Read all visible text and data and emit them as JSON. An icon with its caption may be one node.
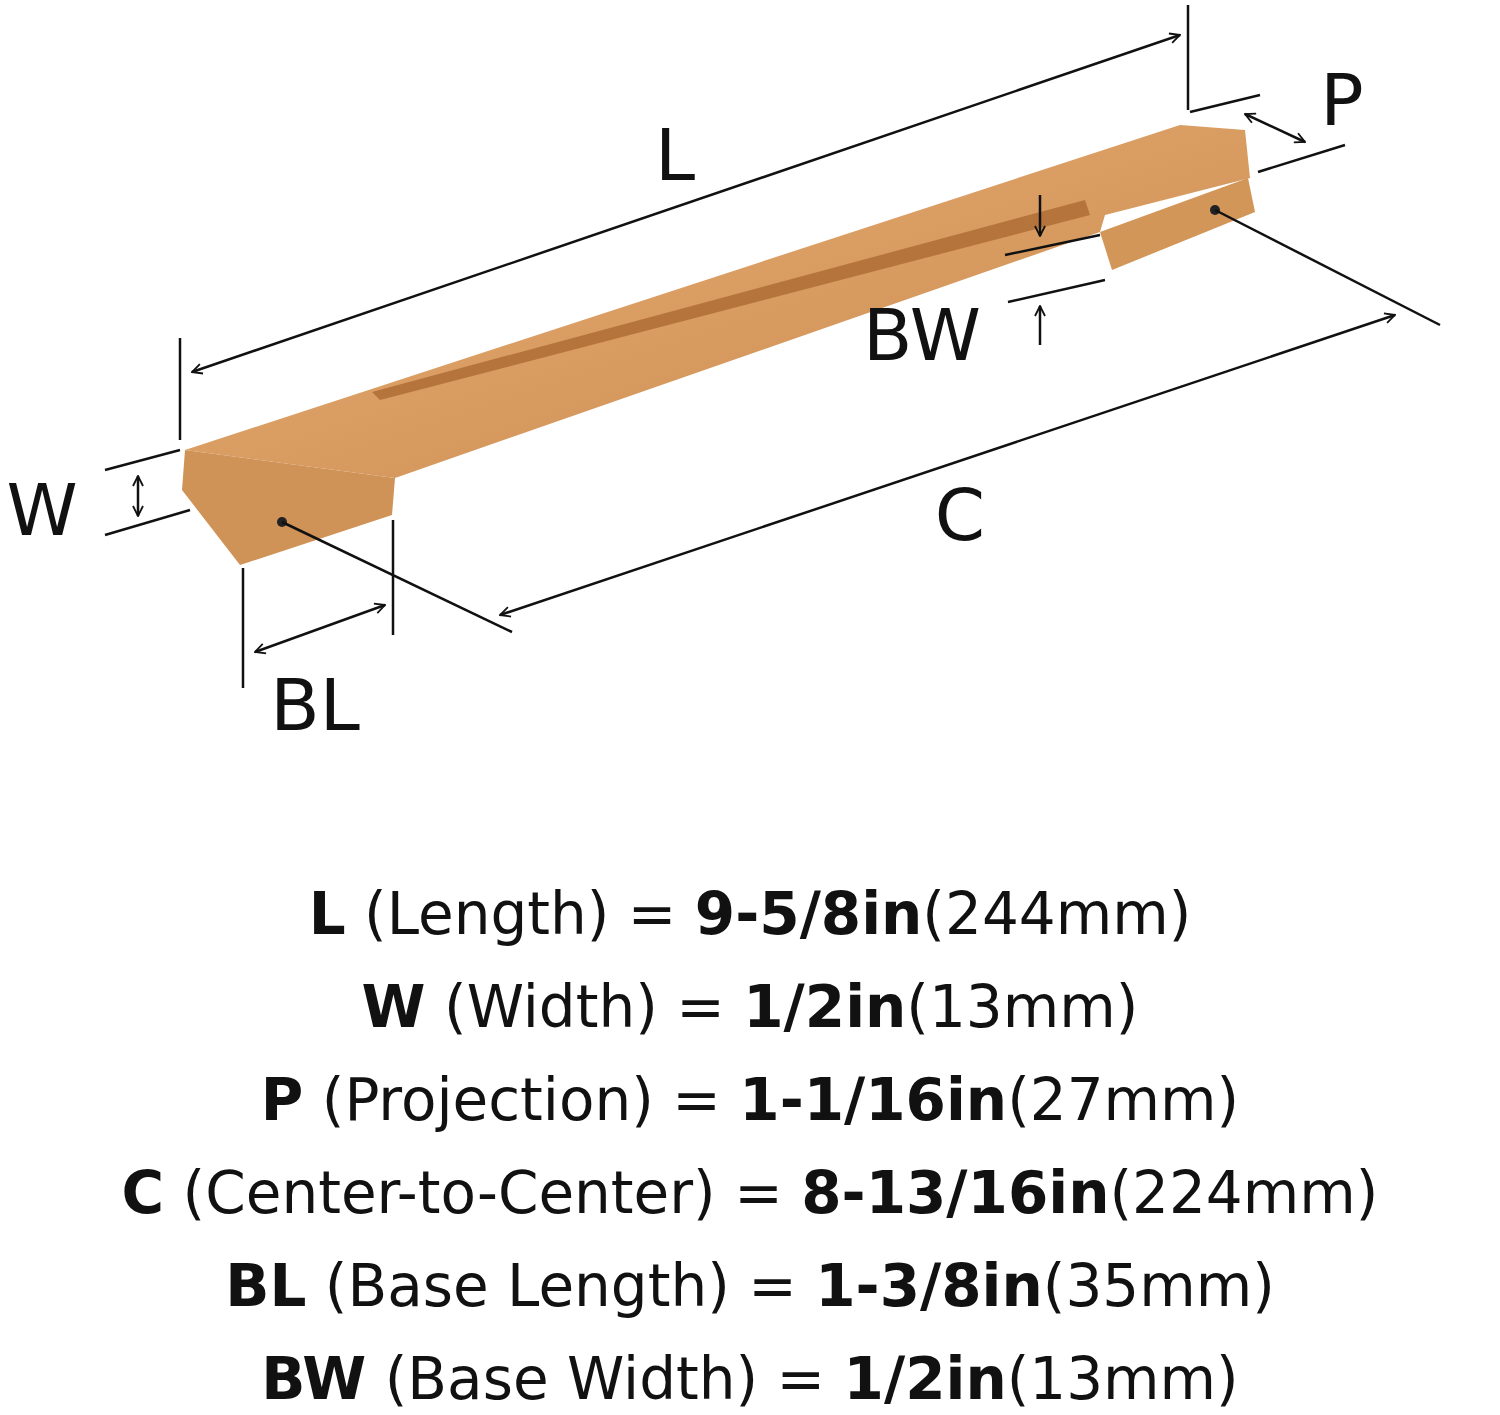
{
  "diagram": {
    "labels": [
      "L",
      "P",
      "BW",
      "W",
      "C",
      "BL",
      "**L** (Length) = **9-5/8in**(244mm)",
      "**W** (Width) = **1/2in**(13mm)",
      "**P** (Projection) = **1-1/16in**(27mm)",
      "**C** (Center-to-Center) = **8-13/16in**(224mm)",
      "**BL** (Base Length) = **1-3/8in**(35mm)",
      "**BW** (Base Width) = **1/2in**(13mm)"
    ]
  }
}
